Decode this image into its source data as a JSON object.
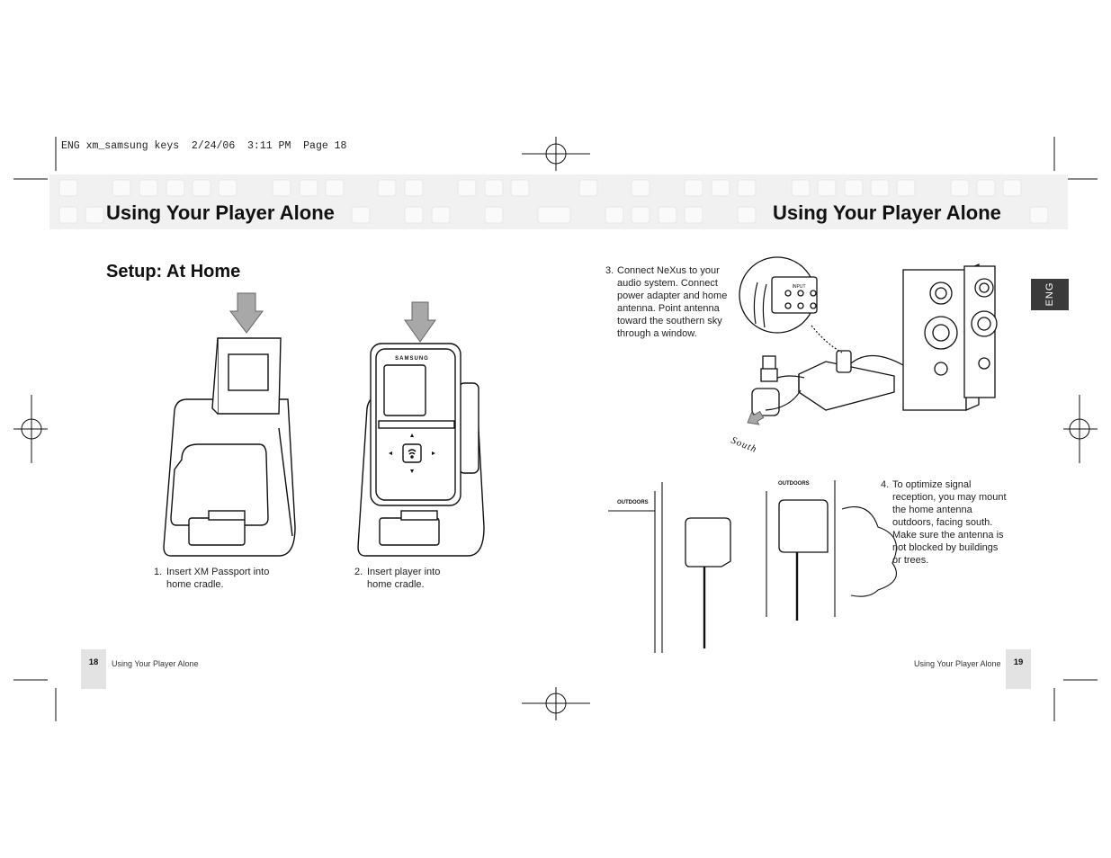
{
  "slug": "ENG xm_samsung keys  2/24/06  3:11 PM  Page 18",
  "left_page": {
    "title": "Using Your Player Alone",
    "heading": "Setup: At Home",
    "step1": {
      "number": "1.",
      "text": "Insert XM Passport into home cradle."
    },
    "step2": {
      "number": "2.",
      "text": "Insert player into home cradle."
    },
    "page_number": "18",
    "running_footer": "Using Your Player Alone"
  },
  "right_page": {
    "title": "Using Your Player Alone",
    "step3": {
      "number": "3.",
      "text": "Connect NeXus to your audio system. Connect power adapter and home antenna. Point antenna toward the southern sky through a window."
    },
    "step4": {
      "number": "4.",
      "text": "To optimize signal reception, you may mount the home antenna outdoors, facing south. Make sure the antenna is not blocked by buildings or trees."
    },
    "page_number": "19",
    "running_footer": "Using Your Player Alone",
    "lang_tab": "ENG"
  },
  "illustrations": {
    "player_brand": "SAMSUNG",
    "input_label": "INPUT",
    "south_label": "South",
    "outdoors_label_1": "OUTDOORS",
    "outdoors_label_2": "OUTDOORS"
  },
  "colors": {
    "band": "#f1f1f1",
    "arrow": "#a8a8a8",
    "folio": "#e3e3e3",
    "lang_tab": "#3a3a3a"
  }
}
